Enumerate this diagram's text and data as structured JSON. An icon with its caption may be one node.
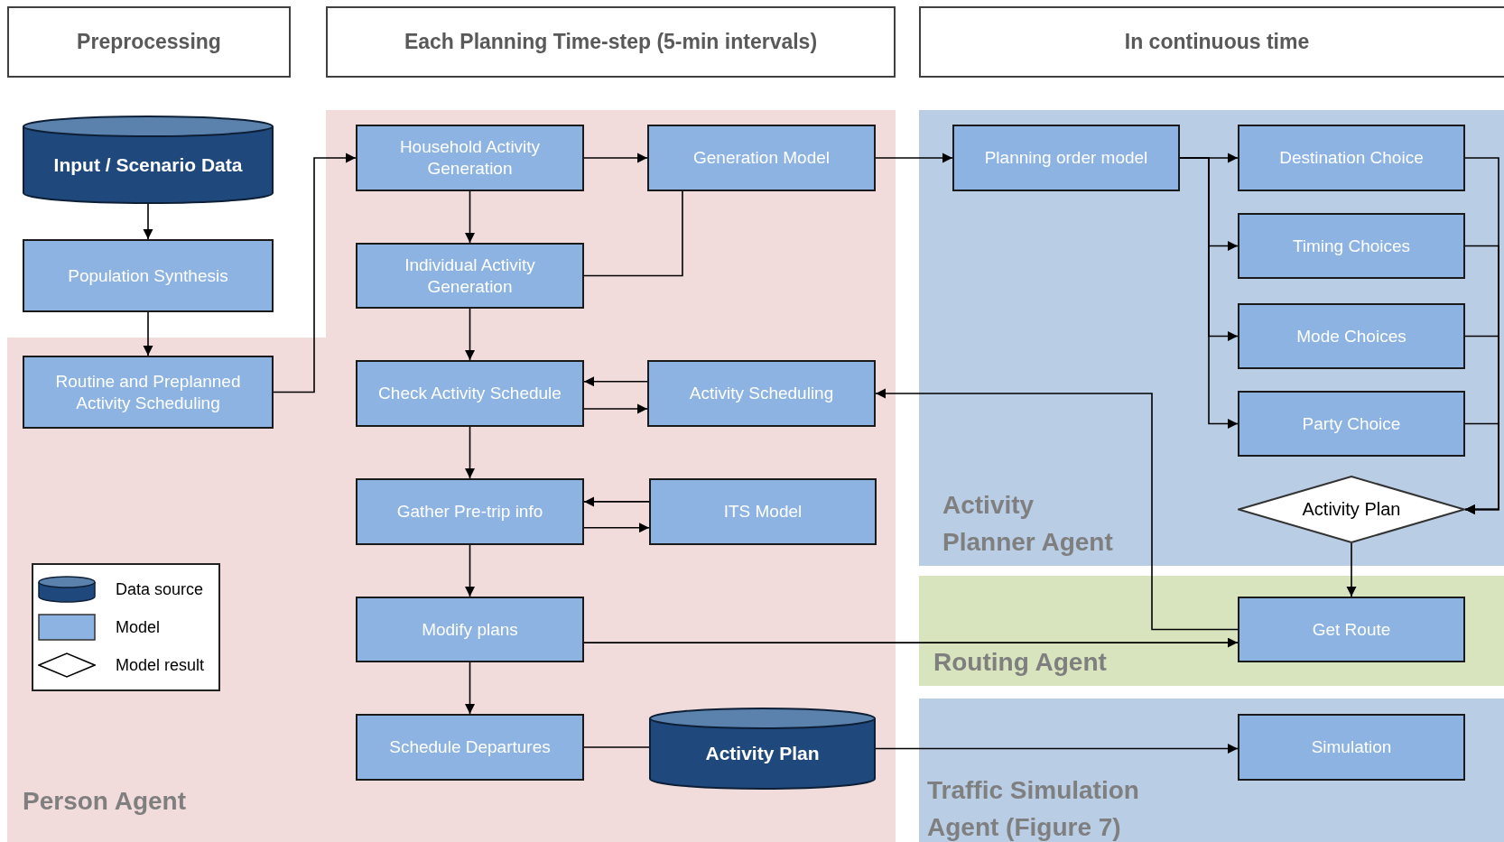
{
  "diagram": {
    "nodes": [
      {
        "text": [
          "Preprocessing"
        ]
      },
      {
        "text": [
          "Each Planning Time-step (5-min intervals)"
        ]
      },
      {
        "text": [
          "In continuous time"
        ]
      },
      {
        "text": [
          "Input / Scenario Data"
        ]
      },
      {
        "text": [
          "Population Synthesis"
        ]
      },
      {
        "text": [
          "Person Agent"
        ]
      },
      {
        "text": [
          "Routine and Preplanned Activity Scheduling"
        ],
        "in": 5
      },
      {
        "text": [
          "Household Activity Generation"
        ],
        "in": 5
      },
      {
        "text": [
          "Generation Model"
        ],
        "in": 5
      },
      {
        "text": [
          "Individual Activity Generation"
        ],
        "in": 5
      },
      {
        "text": [
          "Check Activity Schedule"
        ],
        "in": 5
      },
      {
        "text": [
          "Activity Scheduling"
        ],
        "in": 5
      },
      {
        "text": [
          "Gather Pre-trip info"
        ],
        "in": 5
      },
      {
        "text": [
          "ITS Model"
        ],
        "in": 5
      },
      {
        "text": [
          "Modify plans"
        ],
        "in": 5
      },
      {
        "text": [
          "Schedule Departures"
        ],
        "in": 5
      },
      {
        "text": [
          "Activity Plan"
        ],
        "in": 5
      },
      {
        "text": [
          "Activity Planner Agent"
        ]
      },
      {
        "text": [
          "Planning order model"
        ],
        "in": 17
      },
      {
        "text": [
          "Destination Choice"
        ],
        "in": 17
      },
      {
        "text": [
          "Timing Choices"
        ],
        "in": 17
      },
      {
        "text": [
          "Mode Choices"
        ],
        "in": 17
      },
      {
        "text": [
          "Party Choice"
        ],
        "in": 17
      },
      {
        "text": [
          "Activity Plan"
        ],
        "in": 17
      },
      {
        "text": [
          "Routing Agent"
        ]
      },
      {
        "text": [
          "Get Route"
        ],
        "in": 24
      },
      {
        "text": [
          "Traffic Simulation Agent (Figure 7)"
        ]
      },
      {
        "text": [
          "Simulation"
        ],
        "in": 26
      }
    ],
    "edges": [
      {
        "from": 3,
        "to": 4,
        "arrow": "to"
      },
      {
        "from": 4,
        "to": 6,
        "arrow": "to"
      },
      {
        "from": 6,
        "to": 7,
        "arrow": "to"
      },
      {
        "from": 7,
        "to": 8,
        "arrow": "to"
      },
      {
        "from": 7,
        "to": 9,
        "arrow": "to"
      },
      {
        "from": 9,
        "to": 8,
        "arrow": "none"
      },
      {
        "from": 9,
        "to": 10,
        "arrow": "to"
      },
      {
        "from": 11,
        "to": 10,
        "arrow": "to"
      },
      {
        "from": 10,
        "to": 11,
        "arrow": "to"
      },
      {
        "from": 10,
        "to": 12,
        "arrow": "to"
      },
      {
        "from": 13,
        "to": 12,
        "arrow": "to"
      },
      {
        "from": 12,
        "to": 13,
        "arrow": "to"
      },
      {
        "from": 12,
        "to": 14,
        "arrow": "to"
      },
      {
        "from": 14,
        "to": 15,
        "arrow": "to"
      },
      {
        "from": 15,
        "to": 16,
        "arrow": "none"
      },
      {
        "from": 16,
        "to": 27,
        "arrow": "to"
      },
      {
        "from": 8,
        "to": 18,
        "arrow": "to"
      },
      {
        "from": 18,
        "to": 19,
        "arrow": "to"
      },
      {
        "from": 18,
        "to": 20,
        "arrow": "to"
      },
      {
        "from": 18,
        "to": 21,
        "arrow": "to"
      },
      {
        "from": 18,
        "to": 22,
        "arrow": "to"
      },
      {
        "from": 19,
        "to": 23,
        "arrow": "to"
      },
      {
        "from": 20,
        "to": 23,
        "arrow": "to"
      },
      {
        "from": 21,
        "to": 23,
        "arrow": "to"
      },
      {
        "from": 22,
        "to": 23,
        "arrow": "to"
      },
      {
        "from": 23,
        "to": 25,
        "arrow": "to"
      },
      {
        "from": 14,
        "to": 25,
        "arrow": "to"
      },
      {
        "from": 25,
        "to": 11,
        "arrow": "to"
      }
    ],
    "legend": [
      {
        "text": "Data source"
      },
      {
        "text": "Model"
      },
      {
        "text": "Model result"
      }
    ]
  }
}
